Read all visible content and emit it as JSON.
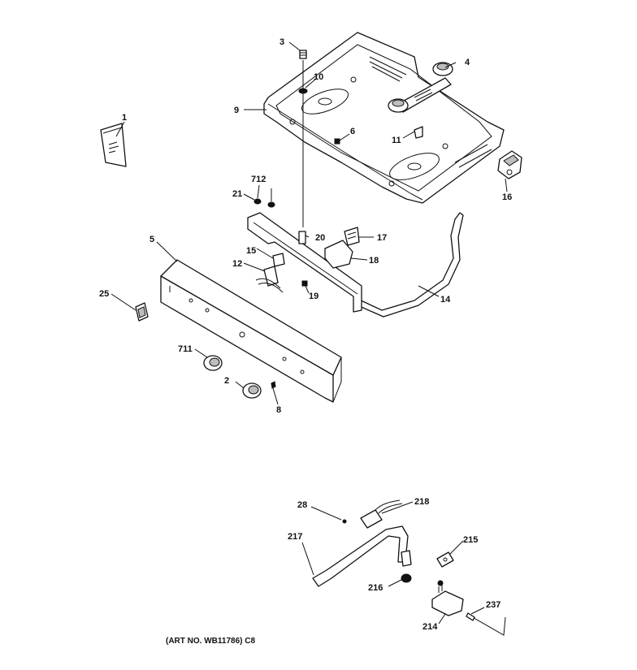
{
  "callouts": {
    "c1": "1",
    "c2": "2",
    "c3": "3",
    "c4": "4",
    "c5": "5",
    "c6": "6",
    "c8": "8",
    "c9": "9",
    "c10": "10",
    "c11": "11",
    "c12": "12",
    "c14": "14",
    "c15": "15",
    "c16": "16",
    "c17": "17",
    "c18": "18",
    "c19": "19",
    "c20": "20",
    "c21": "21",
    "c25": "25",
    "c28": "28",
    "c214": "214",
    "c215": "215",
    "c216": "216",
    "c217": "217",
    "c218": "218",
    "c237": "237",
    "c711": "711",
    "c712": "712"
  },
  "art_number": "(ART NO. WB11786) C8"
}
